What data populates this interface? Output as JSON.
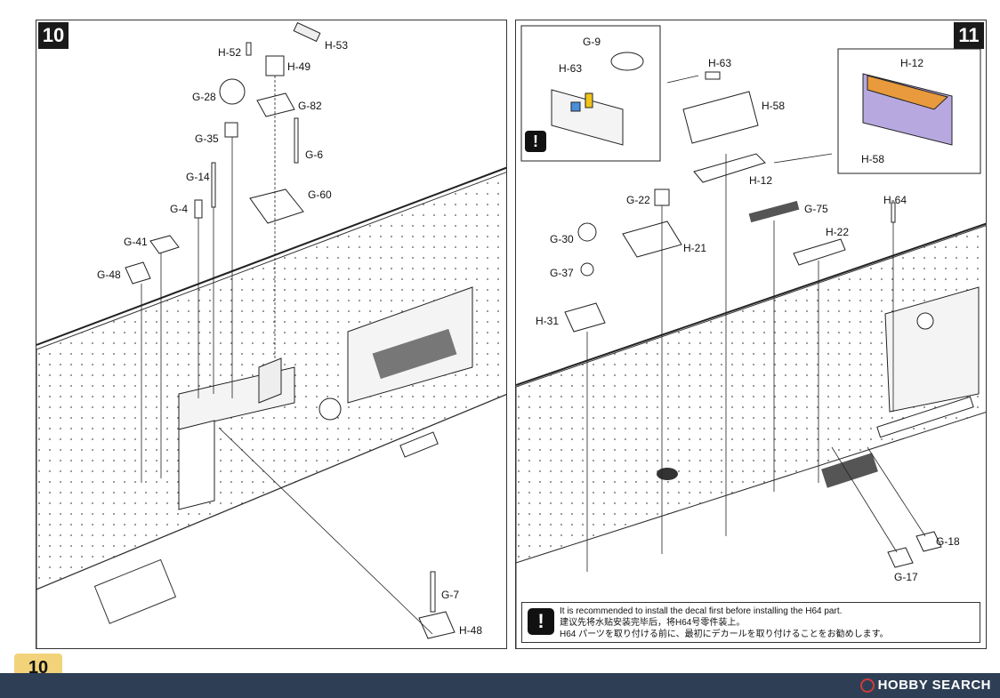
{
  "steps": {
    "step10": {
      "number": "10"
    },
    "step11": {
      "number": "11"
    }
  },
  "step10_parts": [
    "H-52",
    "H-53",
    "H-49",
    "G-28",
    "G-82",
    "G-35",
    "G-6",
    "G-14",
    "G-60",
    "G-4",
    "G-41",
    "G-48",
    "G-7",
    "H-48"
  ],
  "step11_parts": [
    "G-9",
    "H-63",
    "H-63",
    "H-58",
    "H-12",
    "H-58",
    "H-12",
    "G-22",
    "H-21",
    "G-75",
    "H-64",
    "G-30",
    "H-22",
    "G-37",
    "H-31",
    "G-18",
    "G-17"
  ],
  "note": {
    "icon": "!",
    "line_en": "It is recommended to install the decal first before installing the H64 part.",
    "line_zh": "建议先将水贴安装完毕后，将H64号零件装上。",
    "line_ja": "H64 パーツを取り付ける前に、最初にデカールを取り付けることをお勧めします。"
  },
  "inset_warning": "!",
  "page_number": "10",
  "watermark": "HOBBY SEARCH",
  "colors": {
    "footer": "#2e3f55",
    "badge": "#f2d37a",
    "orange_ribs": "#e89a3c",
    "purple_part": "#b8a8e0",
    "blue_part": "#4a90d9",
    "yellow_part": "#f0c419"
  }
}
